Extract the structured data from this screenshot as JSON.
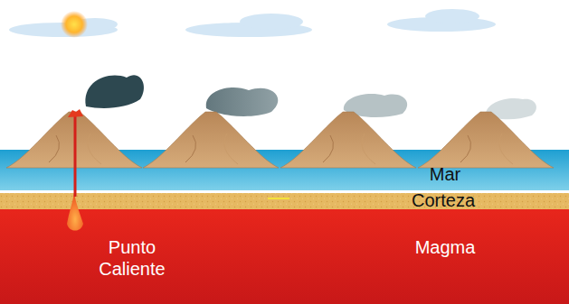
{
  "diagram": {
    "labels": [
      "Mar",
      "Corteza",
      "Punto Caliente",
      "Magma"
    ]
  }
}
